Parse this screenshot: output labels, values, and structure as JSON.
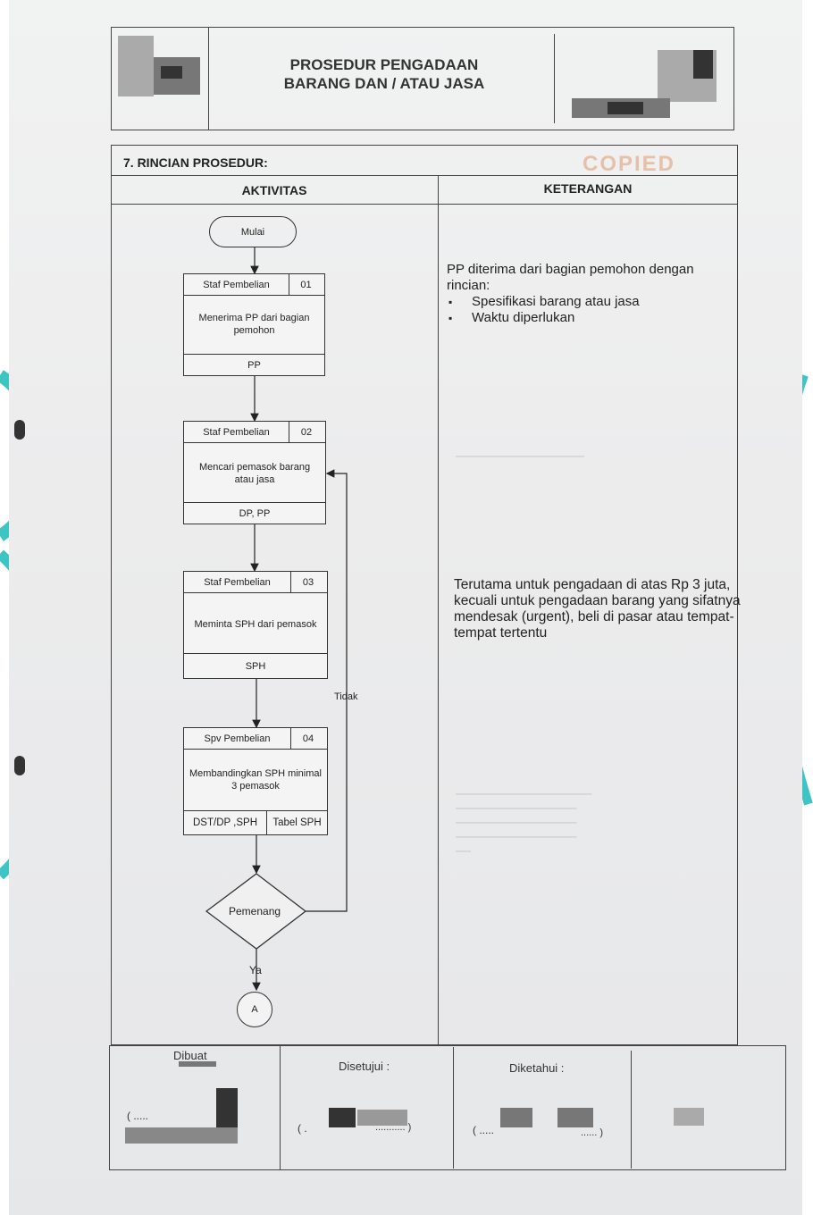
{
  "header": {
    "title_line1": "PROSEDUR PENGADAAN",
    "title_line2": "BARANG DAN / ATAU JASA"
  },
  "section": {
    "title": "7.  RINCIAN PROSEDUR:",
    "stamp": "COPIED",
    "col_activity": "AKTIVITAS",
    "col_notes": "KETERANGAN"
  },
  "flow": {
    "start": "Mulai",
    "steps": [
      {
        "role": "Staf Pembelian",
        "number": "01",
        "activity": "Menerima PP dari bagian pemohon",
        "doc": "PP"
      },
      {
        "role": "Staf Pembelian",
        "number": "02",
        "activity": "Mencari pemasok barang atau jasa",
        "doc": "DP, PP"
      },
      {
        "role": "Staf Pembelian",
        "number": "03",
        "activity": "Meminta SPH dari pemasok",
        "doc": "SPH"
      },
      {
        "role": "Spv  Pembelian",
        "number": "04",
        "activity": "Membandingkan SPH minimal 3 pemasok",
        "doc": "DST/DP ,SPH",
        "doc2": "Tabel SPH"
      }
    ],
    "decision": "Pemenang",
    "no_label": "Tidak",
    "yes_label": "Ya",
    "connector": "A"
  },
  "notes": {
    "note1_intro": "PP diterima dari bagian pemohon dengan rincian:",
    "note1_items": [
      "Spesifikasi barang atau jasa",
      "Waktu diperlukan"
    ],
    "note2": "Terutama untuk pengadaan di atas Rp 3 juta, kecuali untuk pengadaan barang yang sifatnya mendesak (urgent), beli di pasar atau tempat-tempat tertentu"
  },
  "signatures": {
    "made": "Dibuat",
    "approved": "Disetujui :",
    "known": "Diketahui :",
    "made_paren": "( .....",
    "approved_paren": "( .",
    "approved_dots": "........... )",
    "known_paren": "( .....",
    "known_dots": "...... )"
  },
  "colors": {
    "accent_swoosh": "#3fc4c4",
    "stamp": "#e3b090"
  }
}
